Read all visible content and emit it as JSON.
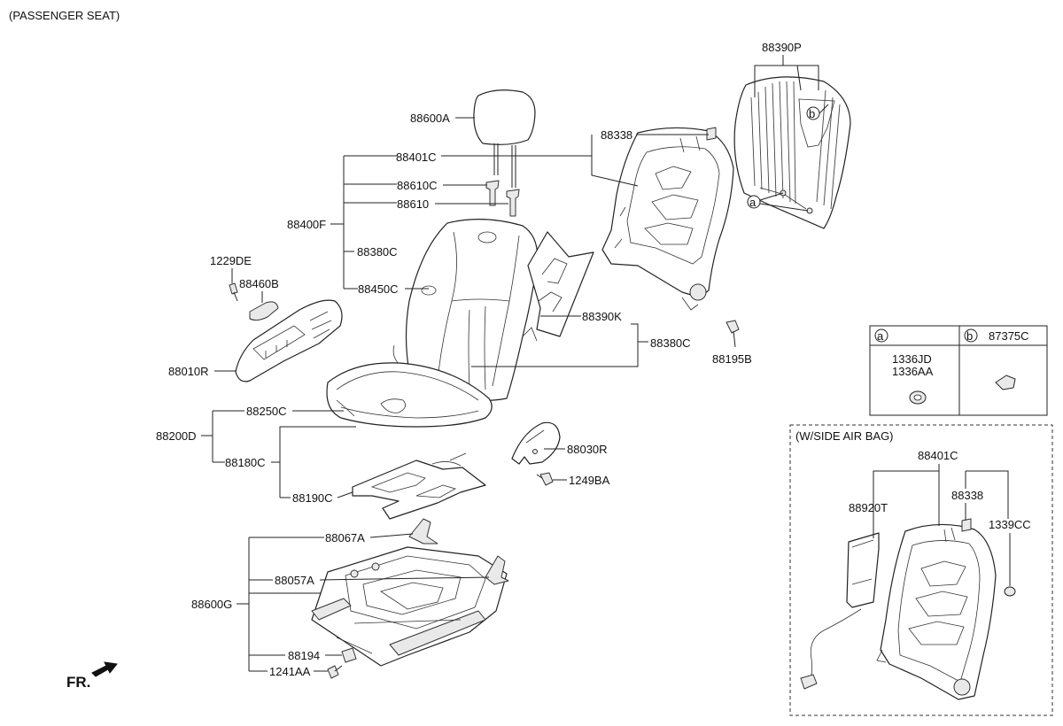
{
  "header": {
    "title": "(PASSENGER SEAT)"
  },
  "front_marker": {
    "label": "FR."
  },
  "labels": {
    "p88390P": "88390P",
    "p88600A": "88600A",
    "p88338": "88338",
    "p88401C": "88401C",
    "p88610C": "88610C",
    "p88610": "88610",
    "p88400F": "88400F",
    "p88380C_a": "88380C",
    "p1229DE": "1229DE",
    "p88460B": "88460B",
    "p88450C": "88450C",
    "p88390K": "88390K",
    "p88380C_b": "88380C",
    "p88195B": "88195B",
    "p88010R": "88010R",
    "p88250C": "88250C",
    "p88200D": "88200D",
    "p88180C": "88180C",
    "p88030R": "88030R",
    "p1249BA": "1249BA",
    "p88190C": "88190C",
    "p88067A": "88067A",
    "p88057A": "88057A",
    "p88600G": "88600G",
    "p88194": "88194",
    "p1241AA": "1241AA"
  },
  "callouts": {
    "a": "a",
    "b": "b"
  },
  "legend": {
    "cell_a_key": "a",
    "cell_b_key": "b",
    "cell_b_part": "87375C",
    "cell_a_parts": [
      "1336JD",
      "1336AA"
    ]
  },
  "side_airbag": {
    "title": "(W/SIDE AIR BAG)",
    "p88401C": "88401C",
    "p88338": "88338",
    "p88920T": "88920T",
    "p1339CC": "1339CC"
  }
}
